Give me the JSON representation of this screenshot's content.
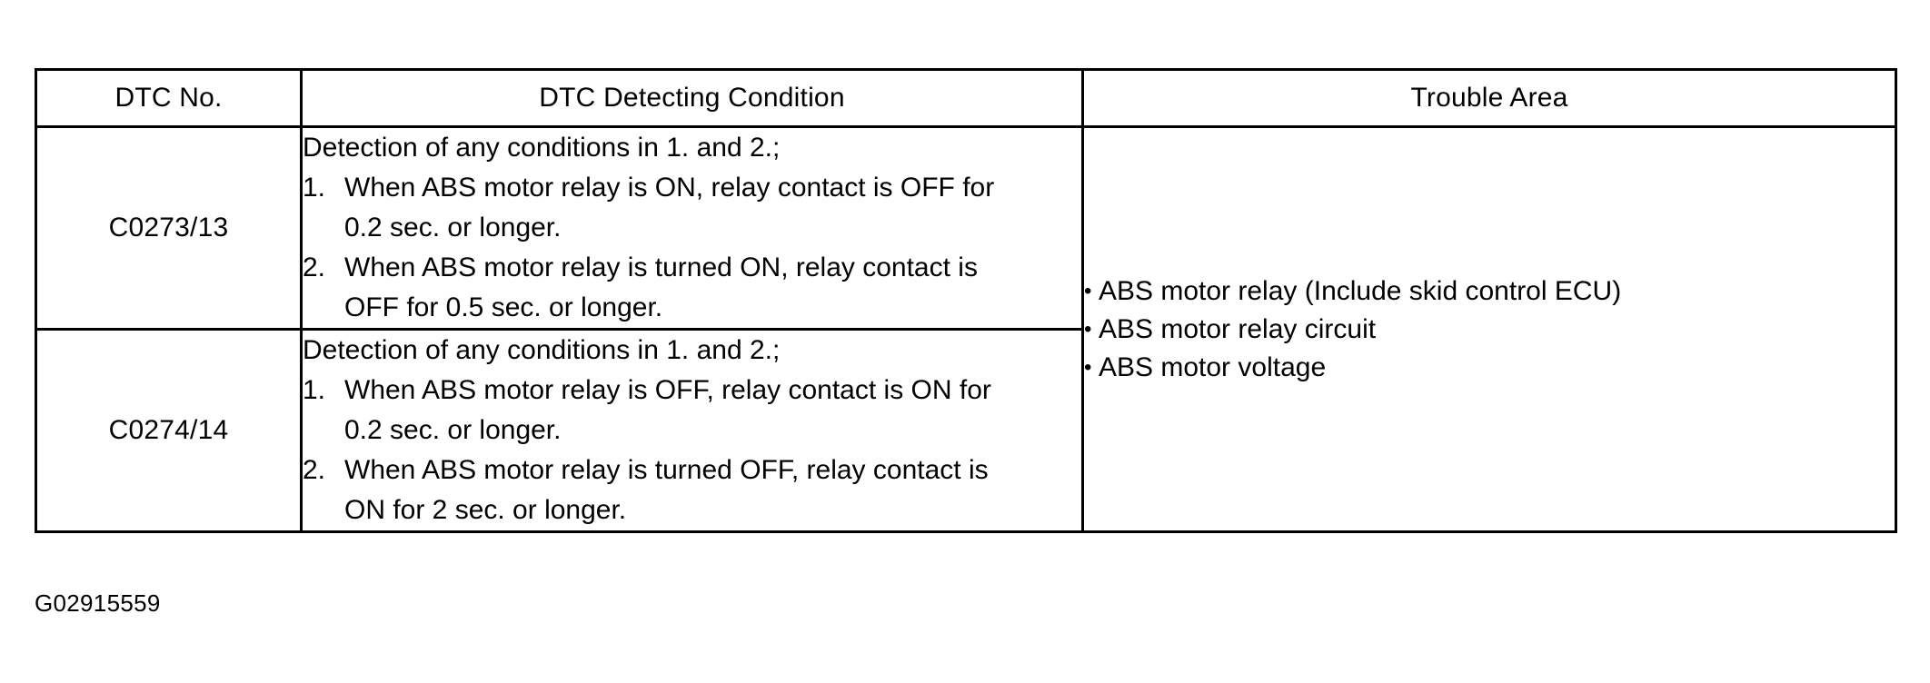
{
  "document": {
    "figure_caption": "G02915559"
  },
  "table": {
    "headers": [
      "DTC No.",
      "DTC Detecting Condition",
      "Trouble Area"
    ],
    "rows": [
      {
        "dtc_no": "C0273/13",
        "condition": {
          "intro": "Detection of any conditions in 1. and 2.;",
          "items": [
            {
              "number": "1.",
              "lines": [
                "When ABS motor relay is ON, relay contact is OFF for",
                "0.2 sec. or longer."
              ]
            },
            {
              "number": "2.",
              "lines": [
                "When ABS motor relay is turned ON, relay contact is",
                "OFF for 0.5 sec. or longer."
              ]
            }
          ]
        }
      },
      {
        "dtc_no": "C0274/14",
        "condition": {
          "intro": "Detection of any conditions in 1. and 2.;",
          "items": [
            {
              "number": "1.",
              "lines": [
                "When ABS motor relay is OFF, relay contact is ON for",
                "0.2 sec. or longer."
              ]
            },
            {
              "number": "2.",
              "lines": [
                "When ABS motor relay is turned OFF, relay contact is",
                "ON for 2 sec. or longer."
              ]
            }
          ]
        }
      }
    ],
    "trouble_area": {
      "bullet_glyph": "•",
      "items": [
        "ABS motor relay (Include skid control ECU)",
        "ABS motor relay circuit",
        "ABS motor voltage"
      ]
    }
  },
  "colors": {
    "border": "#000000",
    "text": "#000000",
    "background": "#ffffff"
  }
}
